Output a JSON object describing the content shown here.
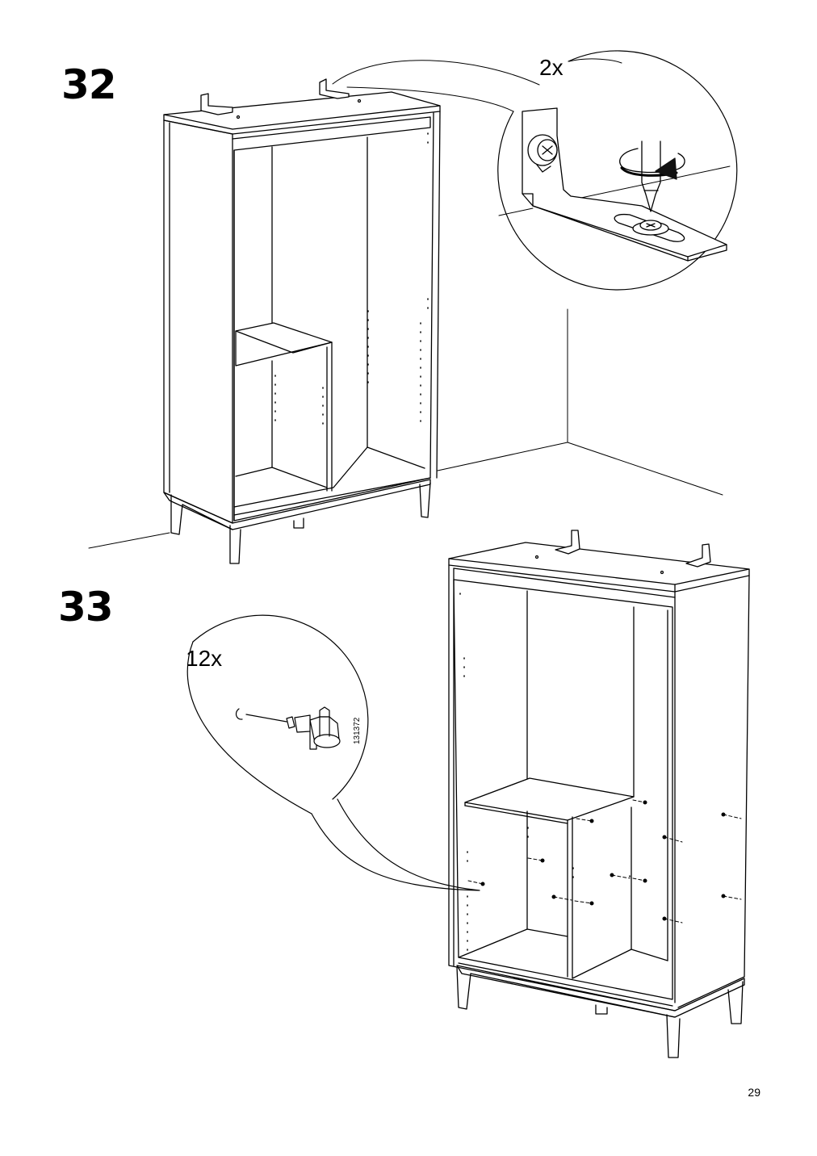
{
  "steps": [
    {
      "number": "32",
      "quantity": "2x"
    },
    {
      "number": "33",
      "quantity": "12x",
      "part_number": "131372"
    }
  ],
  "page_number": "29",
  "colors": {
    "ink": "#000000",
    "paper": "#ffffff",
    "arrow": "#111111"
  }
}
